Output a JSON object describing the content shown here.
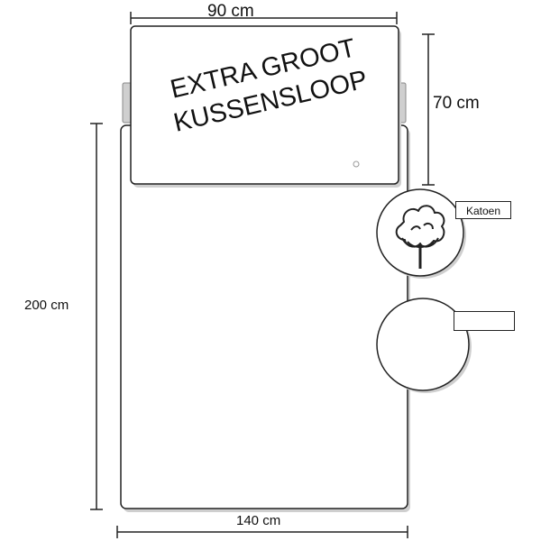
{
  "pillow": {
    "title_line1": "EXTRA GROOT",
    "title_line2": "KUSSENSLOOP"
  },
  "dimensions": {
    "pillow_width": "90 cm",
    "pillow_height": "70 cm",
    "sheet_height": "200 cm",
    "sheet_width": "140 cm"
  },
  "material_badge": {
    "label": "Katoen",
    "icon": "cotton-flower-icon"
  },
  "blank_badge": {
    "label": ""
  }
}
